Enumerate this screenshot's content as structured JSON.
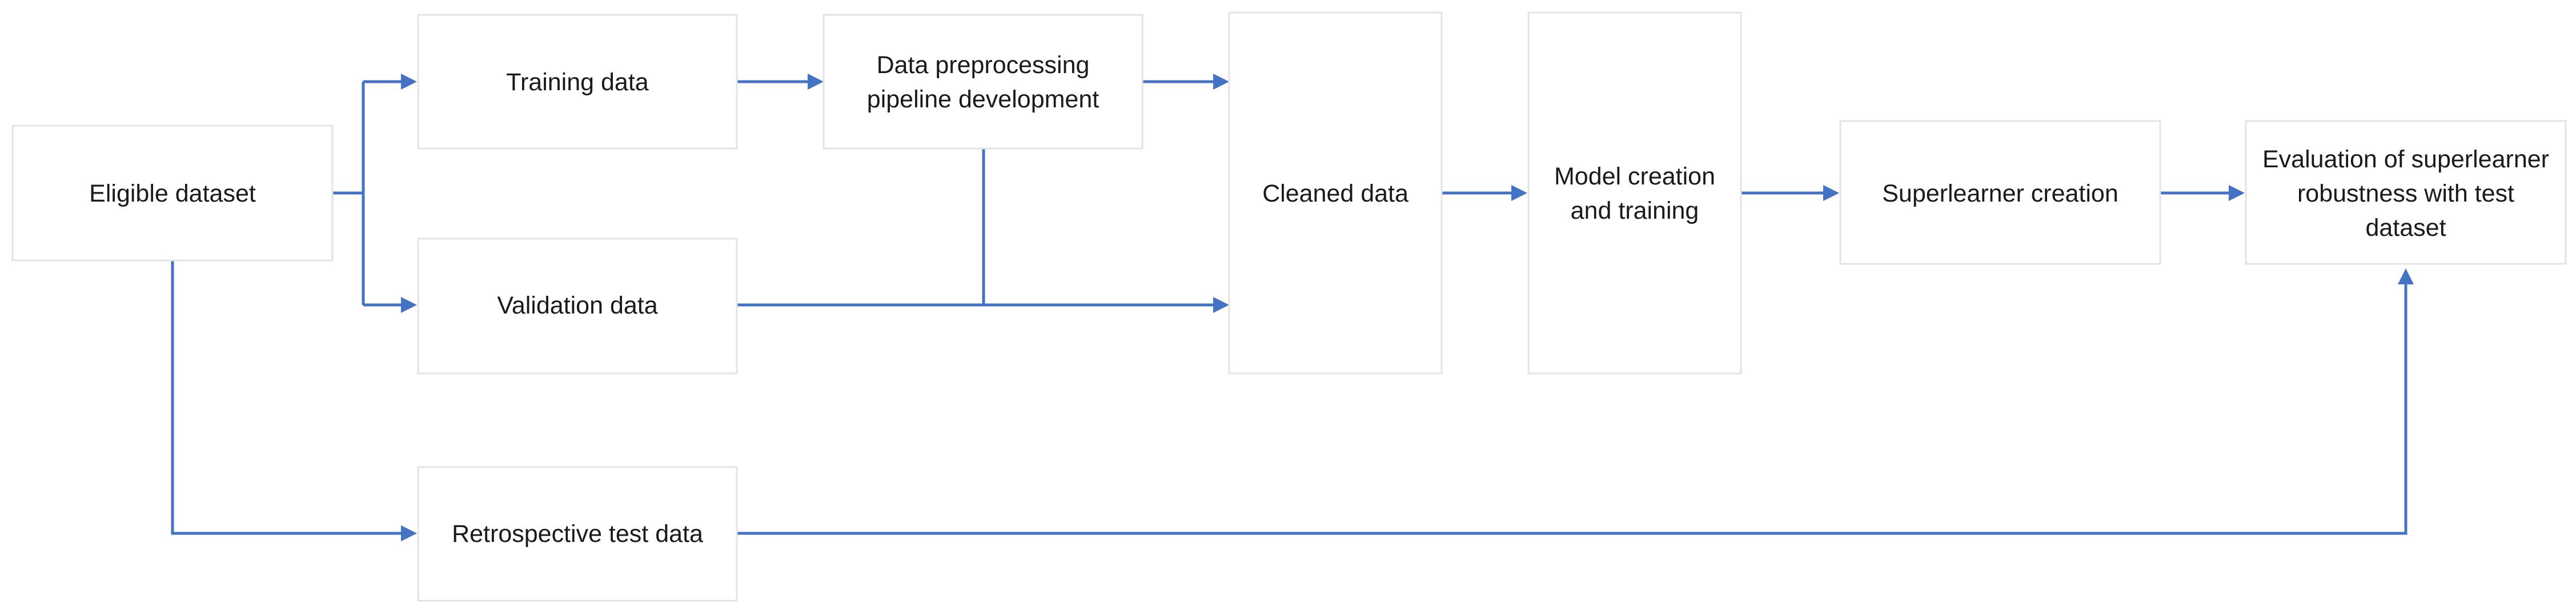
{
  "diagram": {
    "nodes": {
      "eligible": [
        "Eligible dataset"
      ],
      "training": [
        "Training data"
      ],
      "validation": [
        "Validation data"
      ],
      "retro": [
        "Retrospective test data"
      ],
      "preproc": [
        "Data preprocessing",
        "pipeline development"
      ],
      "cleaned": [
        "Cleaned data"
      ],
      "model": [
        "Model creation",
        "and training"
      ],
      "superlearner": [
        "Superlearner creation"
      ],
      "evaluation": [
        "Evaluation of superlearner",
        "robustness with test",
        "dataset"
      ]
    },
    "colors": {
      "connector": "#4472c4",
      "box_border": "#e3e3e3",
      "text": "#1a1a1a"
    }
  }
}
